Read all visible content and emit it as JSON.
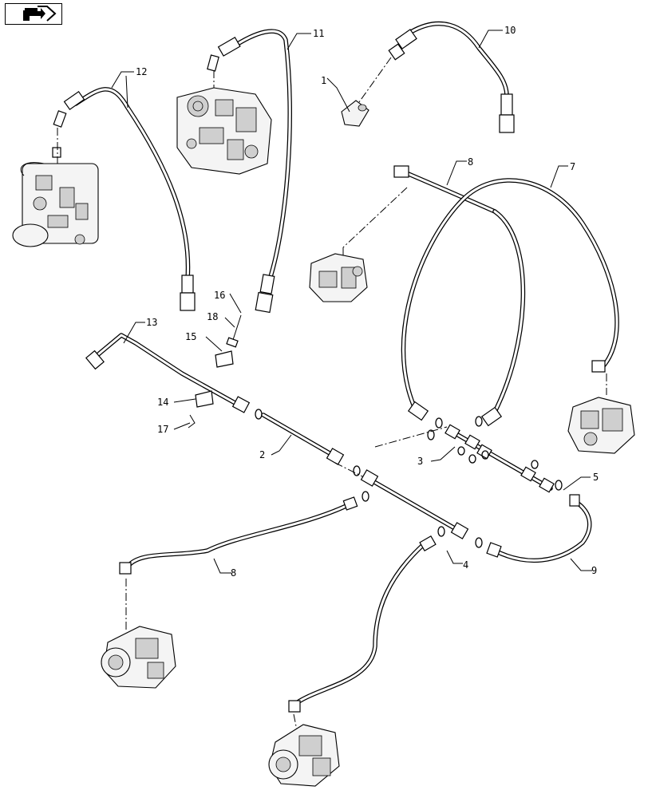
{
  "nav": {
    "icon": "next-page-arrow-icon"
  },
  "callouts": {
    "c1": "1",
    "c2": "2",
    "c3": "3",
    "c4": "4",
    "c5": "5",
    "c7": "7",
    "c8a": "8",
    "c8b": "8",
    "c9": "9",
    "c10": "10",
    "c11": "11",
    "c12": "12",
    "c13": "13",
    "c14": "14",
    "c15": "15",
    "c16": "16",
    "c17": "17",
    "c18": "18"
  }
}
